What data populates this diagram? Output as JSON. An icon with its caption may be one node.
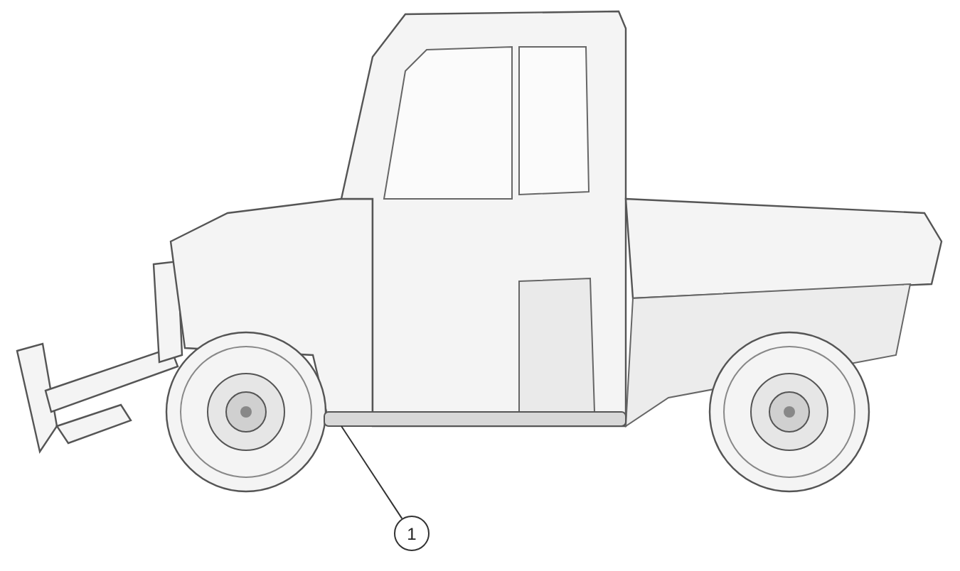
{
  "diagram": {
    "nodes": [
      {
        "text": [
          "1"
        ]
      },
      {
        "text": [],
        "shape": "bar"
      }
    ],
    "edges": [
      {
        "from": 0,
        "to": 1,
        "arrow": "none"
      }
    ]
  }
}
